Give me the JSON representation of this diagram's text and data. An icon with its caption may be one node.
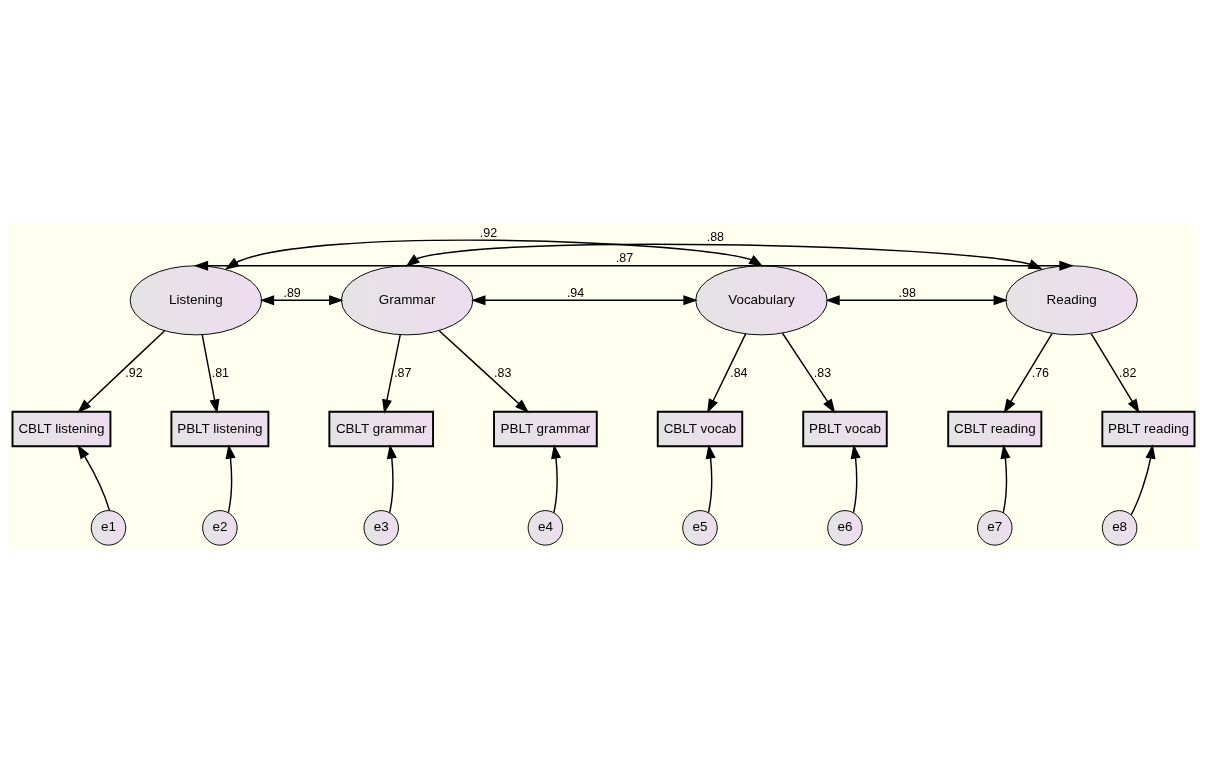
{
  "diagram": {
    "nodes": [
      {
        "text": [
          "Listening"
        ]
      },
      {
        "text": [
          "Grammar"
        ]
      },
      {
        "text": [
          "Vocabulary"
        ]
      },
      {
        "text": [
          "Reading"
        ]
      },
      {
        "text": [
          "CBLT listening"
        ]
      },
      {
        "text": [
          "PBLT listening"
        ]
      },
      {
        "text": [
          "CBLT grammar"
        ]
      },
      {
        "text": [
          "PBLT grammar"
        ]
      },
      {
        "text": [
          "CBLT vocab"
        ]
      },
      {
        "text": [
          "PBLT vocab"
        ]
      },
      {
        "text": [
          "CBLT reading"
        ]
      },
      {
        "text": [
          "PBLT reading"
        ]
      },
      {
        "text": [
          "e1"
        ]
      },
      {
        "text": [
          "e2"
        ]
      },
      {
        "text": [
          "e3"
        ]
      },
      {
        "text": [
          "e4"
        ]
      },
      {
        "text": [
          "e5"
        ]
      },
      {
        "text": [
          "e6"
        ]
      },
      {
        "text": [
          "e7"
        ]
      },
      {
        "text": [
          "e8"
        ]
      }
    ],
    "edges": [
      {
        "from": 0,
        "to": 3,
        "arrow": "both",
        "label": ".87"
      },
      {
        "from": 0,
        "to": 2,
        "arrow": "both",
        "label": ".92"
      },
      {
        "from": 1,
        "to": 3,
        "arrow": "both",
        "label": ".88"
      },
      {
        "from": 0,
        "to": 1,
        "arrow": "both",
        "label": ".89"
      },
      {
        "from": 1,
        "to": 2,
        "arrow": "both",
        "label": ".94"
      },
      {
        "from": 2,
        "to": 3,
        "arrow": "both",
        "label": ".98"
      },
      {
        "from": 0,
        "to": 4,
        "arrow": "to",
        "label": ".92"
      },
      {
        "from": 0,
        "to": 5,
        "arrow": "to",
        "label": ".81"
      },
      {
        "from": 1,
        "to": 6,
        "arrow": "to",
        "label": ".87"
      },
      {
        "from": 1,
        "to": 7,
        "arrow": "to",
        "label": ".83"
      },
      {
        "from": 2,
        "to": 8,
        "arrow": "to",
        "label": ".84"
      },
      {
        "from": 2,
        "to": 9,
        "arrow": "to",
        "label": ".83"
      },
      {
        "from": 3,
        "to": 10,
        "arrow": "to",
        "label": ".76"
      },
      {
        "from": 3,
        "to": 11,
        "arrow": "to",
        "label": ".82"
      },
      {
        "from": 12,
        "to": 4,
        "arrow": "to"
      },
      {
        "from": 13,
        "to": 5,
        "arrow": "to"
      },
      {
        "from": 14,
        "to": 6,
        "arrow": "to"
      },
      {
        "from": 15,
        "to": 7,
        "arrow": "to"
      },
      {
        "from": 16,
        "to": 8,
        "arrow": "to"
      },
      {
        "from": 17,
        "to": 9,
        "arrow": "to"
      },
      {
        "from": 18,
        "to": 10,
        "arrow": "to"
      },
      {
        "from": 19,
        "to": 11,
        "arrow": "to"
      }
    ]
  }
}
